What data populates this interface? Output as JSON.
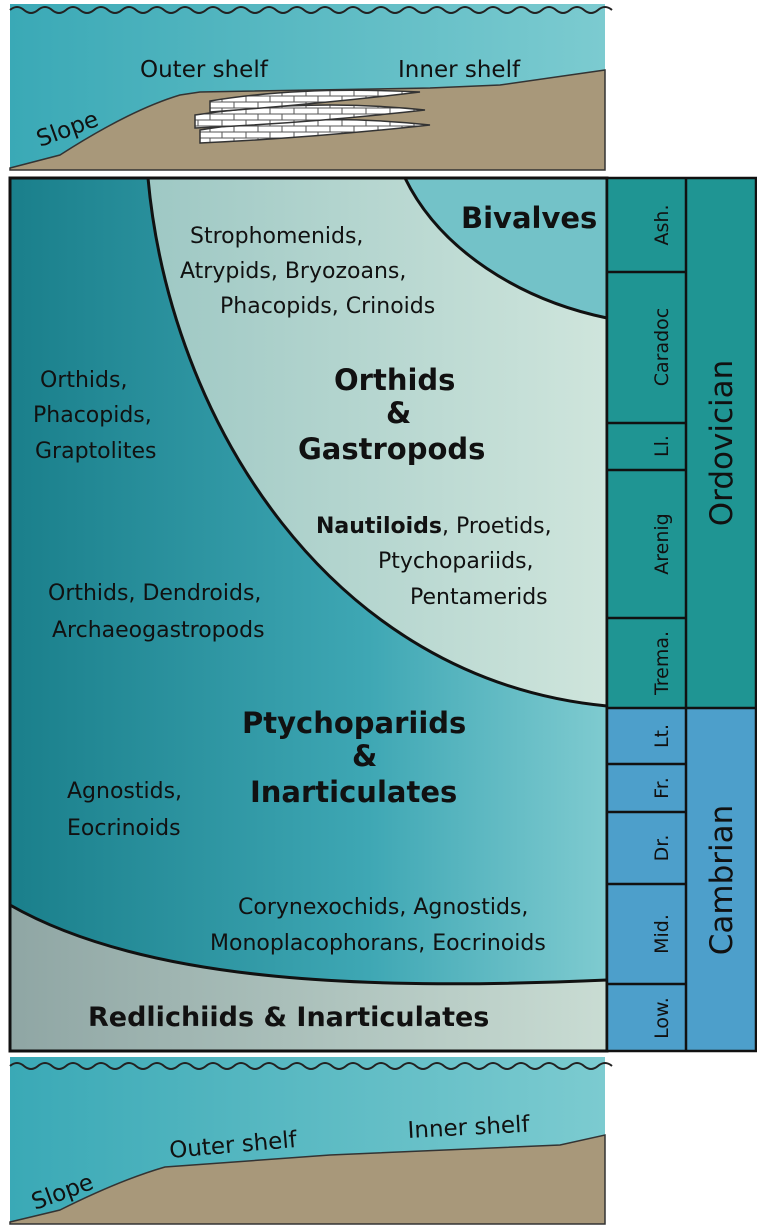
{
  "top_profile": {
    "labels": {
      "slope": "Slope",
      "outer": "Outer shelf",
      "inner": "Inner shelf"
    }
  },
  "bottom_profile": {
    "labels": {
      "slope": "Slope",
      "outer": "Outer shelf",
      "inner": "Inner shelf"
    }
  },
  "zones": {
    "bivalves": "Bivalves",
    "orthids_title": [
      "Orthids",
      "&",
      "Gastropods"
    ],
    "ptycho_title": [
      "Ptychopariids",
      "&",
      "Inarticulates"
    ],
    "redlichiids": "Redlichiids & Inarticulates"
  },
  "faunas": {
    "stropho": [
      "Strophomenids,",
      "Atrypids, Bryozoans,",
      "Phacopids, Crinoids"
    ],
    "orthids_left": [
      "Orthids,",
      "Phacopids,",
      "Graptolites"
    ],
    "nautiloids_bold": "Nautiloids",
    "nautiloids_rest": [
      ", Proetids,",
      "Ptychopariids,",
      "Pentamerids"
    ],
    "orthids_dendroids": [
      "Orthids, Dendroids,",
      "Archaeogastropods"
    ],
    "agnostids_left": [
      "Agnostids,",
      "Eocrinoids"
    ],
    "corynexochids": [
      "Corynexochids, Agnostids,",
      "Monoplacophorans, Eocrinoids"
    ]
  },
  "timescale": {
    "ordovician_label": "Ordovician",
    "cambrian_label": "Cambrian",
    "ordovician_stages": [
      "Ash.",
      "Caradoc",
      "Ll.",
      "Arenig",
      "Trema."
    ],
    "cambrian_stages": [
      "Lt.",
      "Fr.",
      "Dr.",
      "Mid.",
      "Low."
    ]
  },
  "colors": {
    "water": "#4fb3c1",
    "sediment": "#a8987a",
    "dark_teal": "#1f8792",
    "ordovician": "#1f9593",
    "cambrian": "#4d9fcb",
    "pale": "#b9d8cd",
    "bivalve": "#73c2c8",
    "redlichiid": "#aab8b2"
  }
}
